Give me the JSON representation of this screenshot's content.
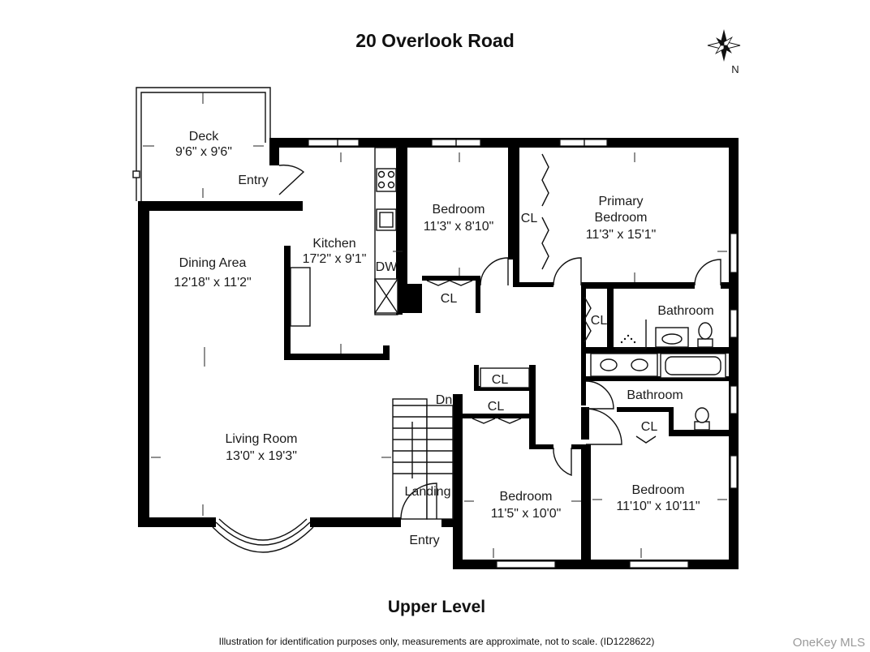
{
  "title": "20 Overlook Road",
  "level": "Upper Level",
  "footer": "Illustration for identification purposes only, measurements are approximate, not to scale. (ID1228622)",
  "watermark": "OneKey MLS",
  "compass": {
    "label": "N"
  },
  "rooms": {
    "deck": {
      "name": "Deck",
      "size": "9'6\" x 9'6\""
    },
    "entry_top": {
      "name": "Entry"
    },
    "kitchen": {
      "name": "Kitchen",
      "size": "17'2\" x 9'1\"",
      "dw": "DW"
    },
    "dining": {
      "name": "Dining Area",
      "size": "12'18\" x 11'2\""
    },
    "bedroom1": {
      "name": "Bedroom",
      "size": "11'3\" x 8'10\"",
      "closet": "CL"
    },
    "primary": {
      "name_line1": "Primary",
      "name_line2": "Bedroom",
      "size": "11'3\" x 15'1\"",
      "closet": "CL"
    },
    "hall_closet": {
      "label": "CL"
    },
    "bath1": {
      "name": "Bathroom"
    },
    "bath2": {
      "name": "Bathroom",
      "closet": "CL"
    },
    "hall_closet2": {
      "label": "CL"
    },
    "living": {
      "name": "Living Room",
      "size": "13'0\" x 19'3\""
    },
    "stairs": {
      "dn": "Dn",
      "landing": "Landing"
    },
    "entry_bottom": {
      "name": "Entry"
    },
    "bedroom2": {
      "name": "Bedroom",
      "size": "11'5\" x 10'0\"",
      "closet": "CL"
    },
    "bedroom3": {
      "name": "Bedroom",
      "size": "11'10\" x 10'11\""
    }
  }
}
